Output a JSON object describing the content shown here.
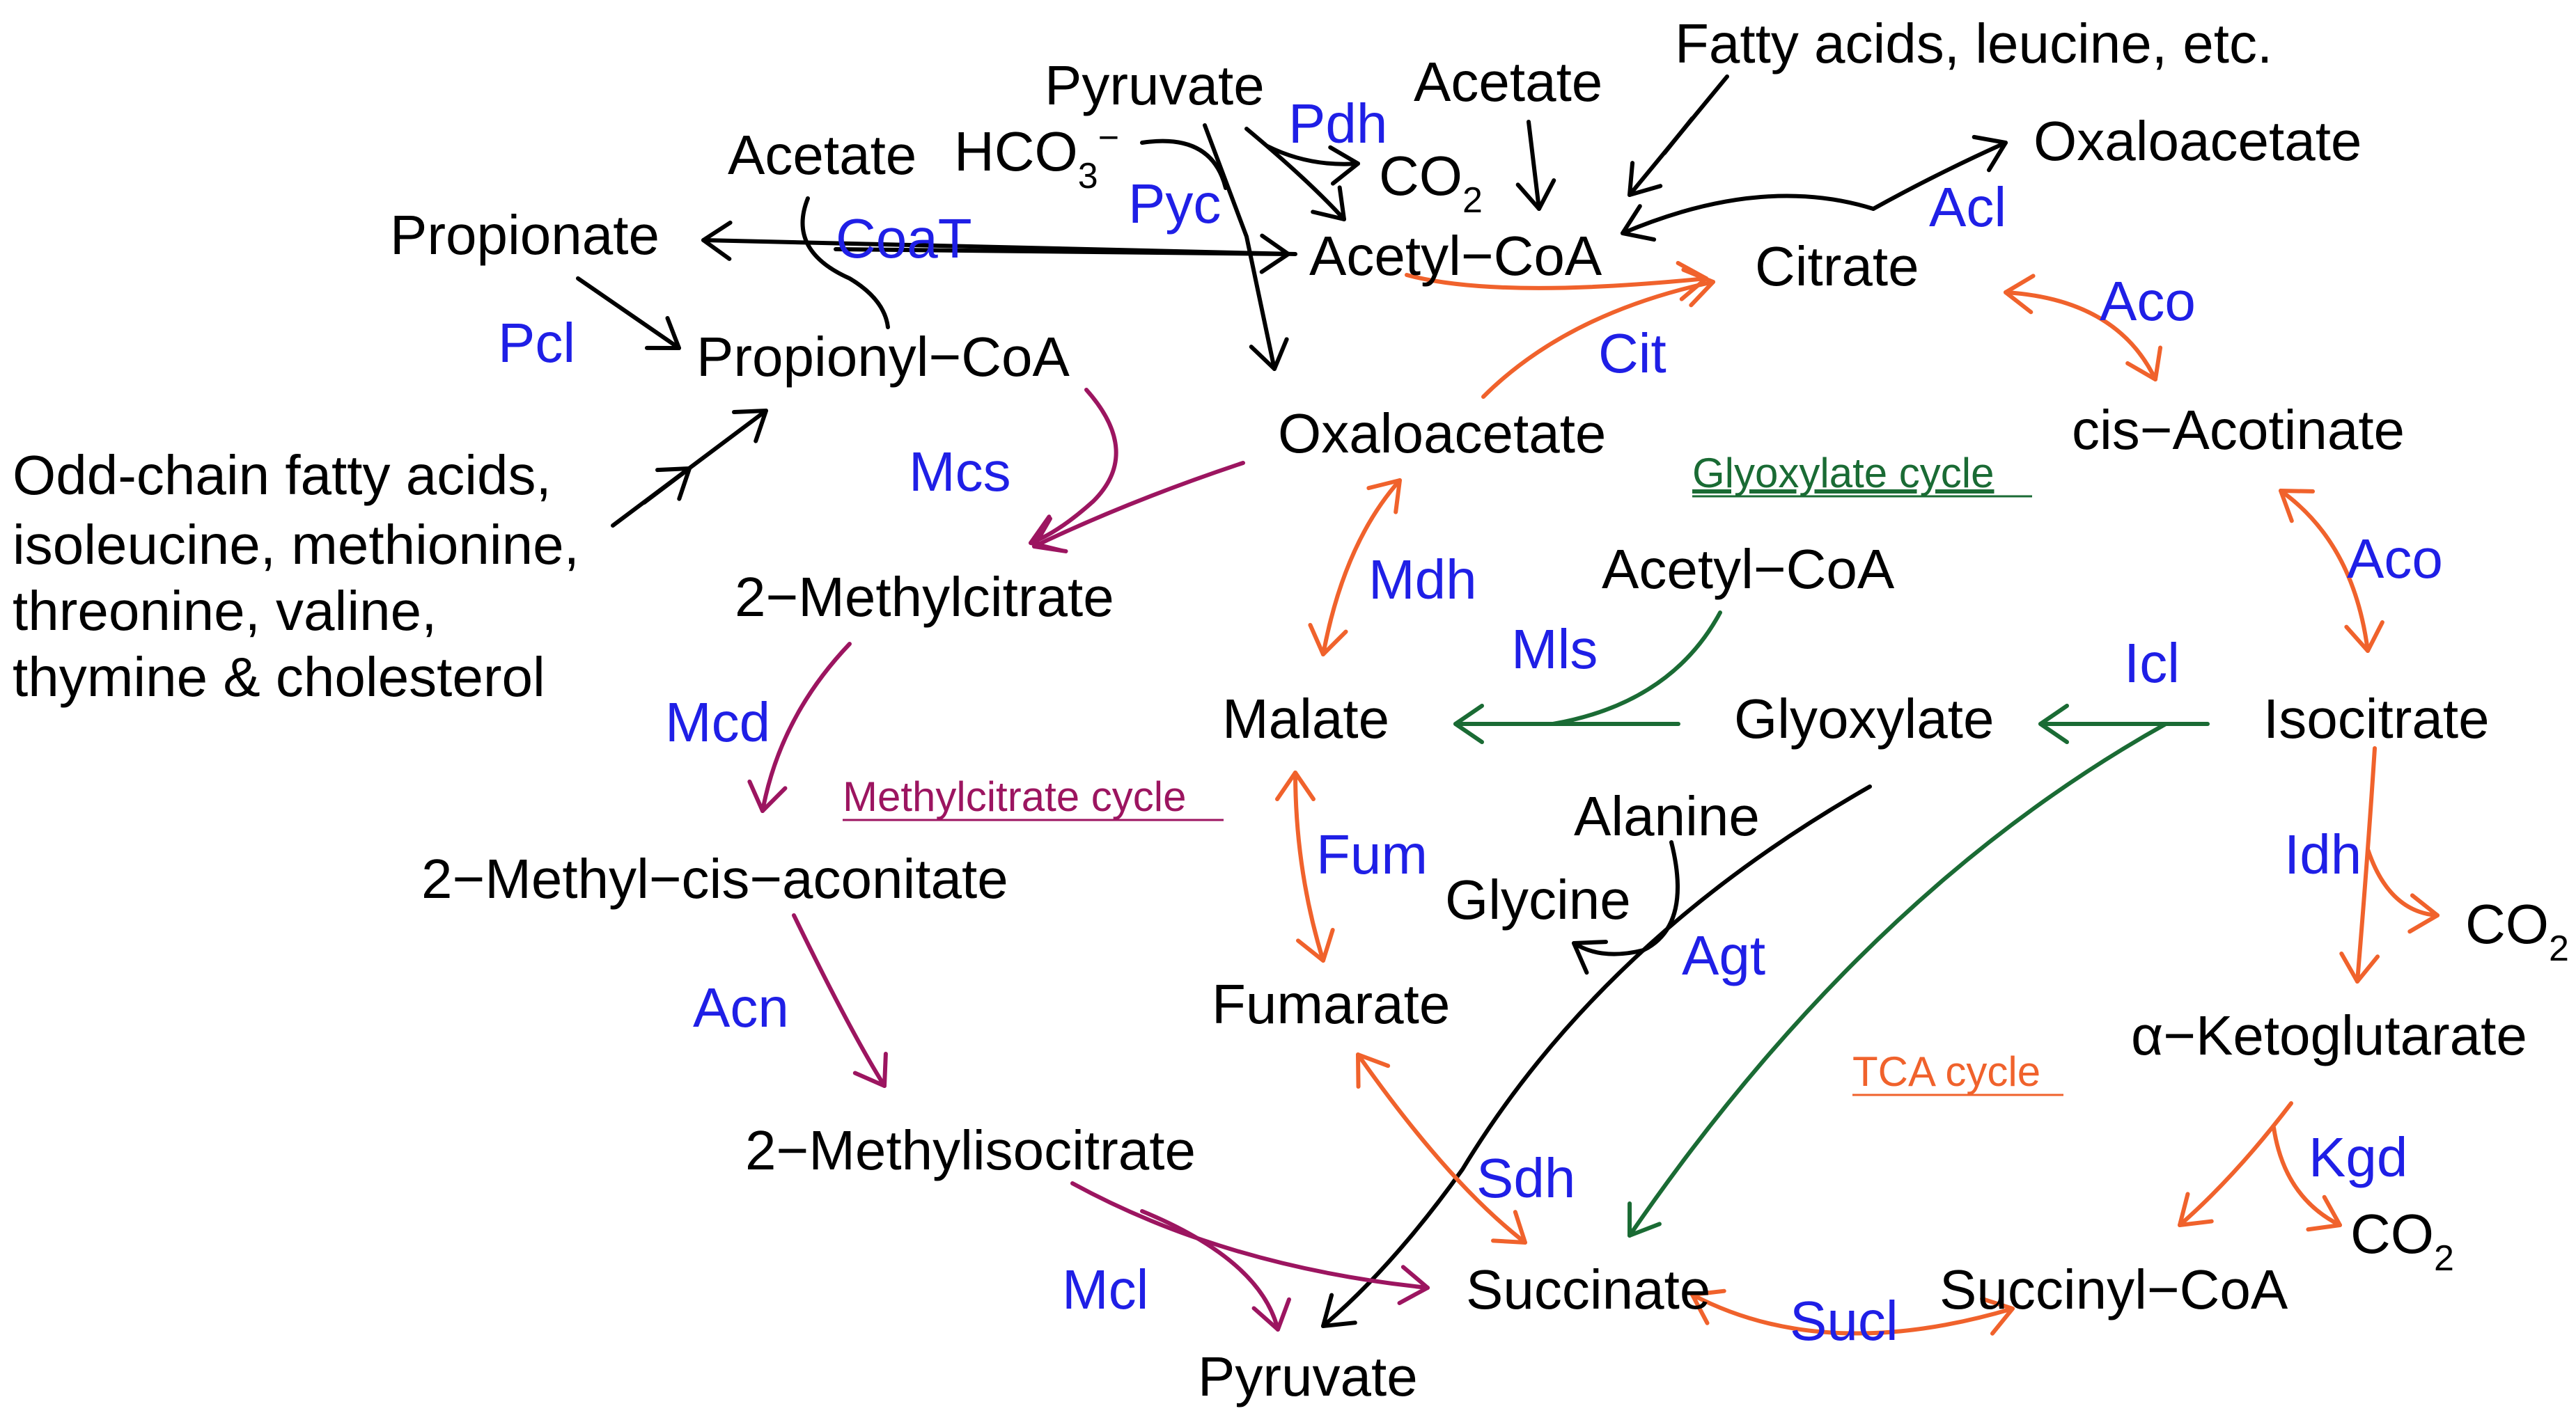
{
  "colors": {
    "metabolite": "#000000",
    "enzyme": "#1f1fe6",
    "tca": "#f0622c",
    "glyoxylate": "#1a6b34",
    "methylcitrate": "#9c1560",
    "other": "#000000"
  },
  "metabolites": {
    "pyruvate_top": "Pyruvate",
    "acetate_top": "Acetate",
    "fatty_acids": "Fatty acids, leucine, etc.",
    "acetate_left": "Acetate",
    "hco3": "HCO",
    "hco3_sub": "3",
    "hco3_sup": "−",
    "co2_pdh": "CO",
    "co2_sub": "2",
    "oxaloacetate_top": "Oxaloacetate",
    "propionate": "Propionate",
    "acetyl_coa": "Acetyl−CoA",
    "citrate": "Citrate",
    "propionyl_coa": "Propionyl−CoA",
    "oxaloacetate": "Oxaloacetate",
    "cis_aconitate": "cis−Acotinate",
    "odd_chain_1": "Odd-chain fatty acids,",
    "odd_chain_2": "isoleucine, methionine,",
    "odd_chain_3": "threonine, valine,",
    "odd_chain_4": "thymine & cholesterol",
    "methylcitrate_2": "2−Methylcitrate",
    "acetyl_coa_2": "Acetyl−CoA",
    "malate": "Malate",
    "glyoxylate": "Glyoxylate",
    "isocitrate": "Isocitrate",
    "alanine": "Alanine",
    "glycine": "Glycine",
    "methyl_cis_aconitate": "2−Methyl−cis−aconitate",
    "fumarate": "Fumarate",
    "co2_idh": "CO",
    "alpha_kg": "α−Ketoglutarate",
    "methylisocitrate": "2−Methylisocitrate",
    "co2_kgd": "CO",
    "succinate": "Succinate",
    "succinyl_coa": "Succinyl−CoA",
    "pyruvate_bottom": "Pyruvate"
  },
  "enzymes": {
    "pdh": "Pdh",
    "pyc": "Pyc",
    "coat": "CoaT",
    "acl": "Acl",
    "pcl": "Pcl",
    "cit": "Cit",
    "aco1": "Aco",
    "mcs": "Mcs",
    "aco2": "Aco",
    "mdh": "Mdh",
    "mls": "Mls",
    "icl": "Icl",
    "mcd": "Mcd",
    "idh": "Idh",
    "fum": "Fum",
    "agt": "Agt",
    "acn": "Acn",
    "kgd": "Kgd",
    "sdh": "Sdh",
    "mcl": "Mcl",
    "sucl": "Sucl"
  },
  "cycles": {
    "glyoxylate": "Glyoxylate cycle",
    "methylcitrate": "Methylcitrate cycle",
    "tca": "TCA cycle"
  }
}
